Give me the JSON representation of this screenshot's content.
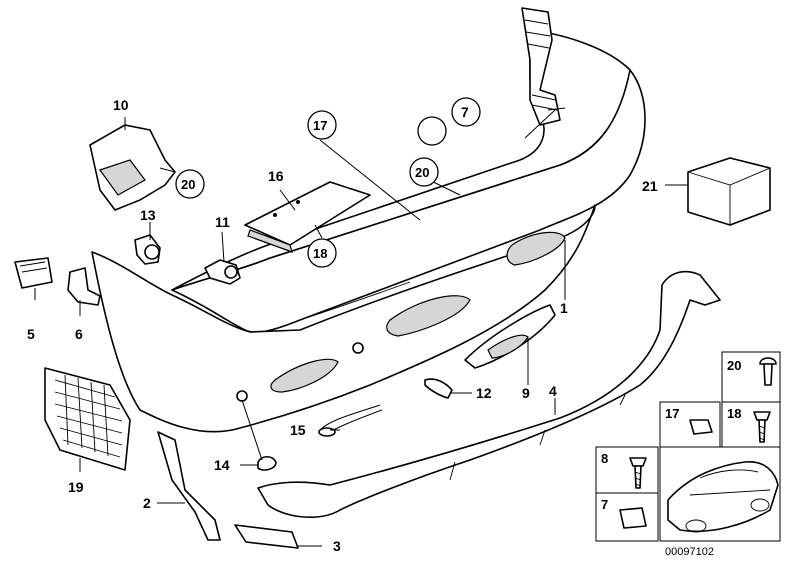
{
  "callouts": [
    {
      "id": "c1",
      "text": "1"
    },
    {
      "id": "c2",
      "text": "2"
    },
    {
      "id": "c3",
      "text": "3"
    },
    {
      "id": "c4",
      "text": "4"
    },
    {
      "id": "c5",
      "text": "5"
    },
    {
      "id": "c6",
      "text": "6"
    },
    {
      "id": "c7",
      "text": "7"
    },
    {
      "id": "c8",
      "text": "8"
    },
    {
      "id": "c9",
      "text": "9"
    },
    {
      "id": "c10",
      "text": "10"
    },
    {
      "id": "c11",
      "text": "11"
    },
    {
      "id": "c12",
      "text": "12"
    },
    {
      "id": "c13",
      "text": "13"
    },
    {
      "id": "c14",
      "text": "14"
    },
    {
      "id": "c15",
      "text": "15"
    },
    {
      "id": "c16",
      "text": "16"
    },
    {
      "id": "c17",
      "text": "17"
    },
    {
      "id": "c18",
      "text": "18"
    },
    {
      "id": "c19",
      "text": "19"
    },
    {
      "id": "c20",
      "text": "20"
    },
    {
      "id": "c21",
      "text": "21"
    }
  ],
  "legend": [
    {
      "text": "20"
    },
    {
      "text": "17"
    },
    {
      "text": "18"
    },
    {
      "text": "8"
    },
    {
      "text": "7"
    }
  ],
  "diagram_ref": "00097102"
}
